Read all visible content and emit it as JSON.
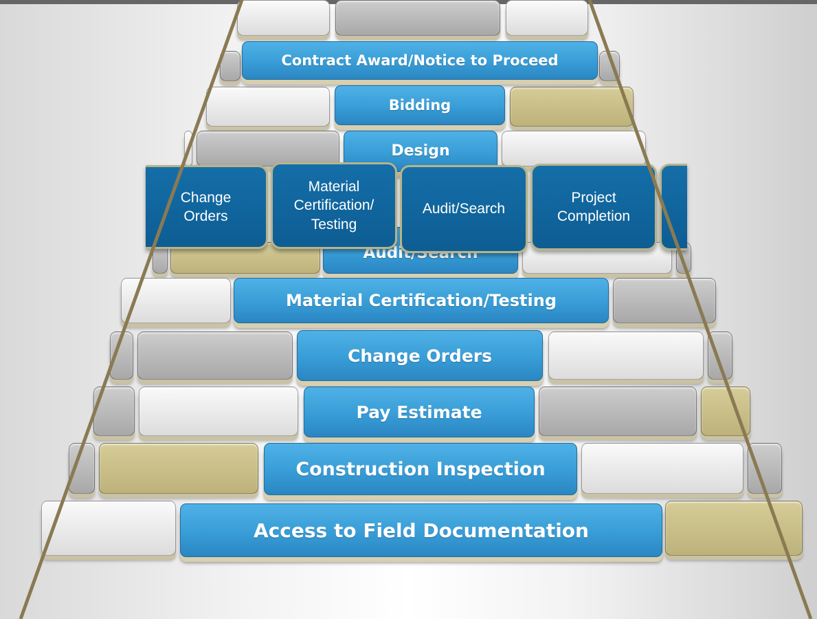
{
  "steps": [
    "Contract Award/Notice to Proceed",
    "Bidding",
    "Design",
    "Audit/Search",
    "Material Certification/Testing",
    "Change Orders",
    "Pay Estimate",
    "Construction Inspection",
    "Access to Field Documentation"
  ],
  "cards": [
    "Change\nOrders",
    "Material\nCertification/\nTesting",
    "Audit/Search",
    "Project\nCompletion"
  ],
  "colors": {
    "step_blue": "#3a9fd8",
    "card_navy": "#0d5d93",
    "card_border": "#b7b48a",
    "path_edge": "#8a7a52",
    "brick_white": "#f2f2f2",
    "brick_gray": "#b8b8b8",
    "brick_tan": "#cfc48a"
  }
}
